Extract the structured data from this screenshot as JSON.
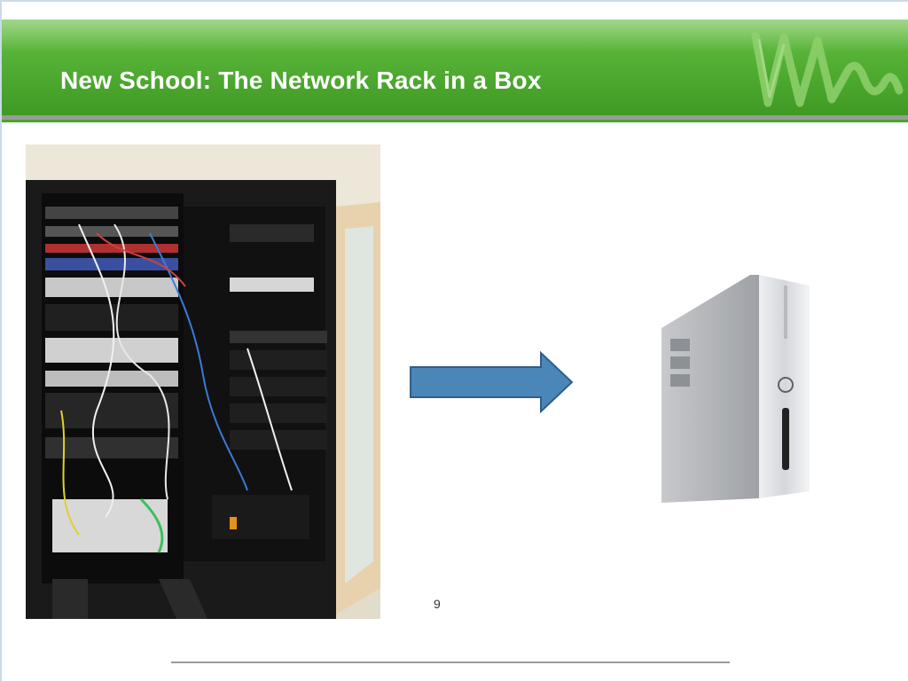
{
  "slide": {
    "title": "New School:  The Network Rack in a Box",
    "page_number": "9"
  },
  "images": {
    "left": "photo-network-rack",
    "right": "photo-desktop-pc"
  },
  "icons": {
    "arrow": "right-arrow-icon",
    "logo": "wave-logo"
  },
  "colors": {
    "header_green": "#55b036",
    "arrow_fill": "#4a86b8",
    "arrow_stroke": "#2f5e8a",
    "rule_grey": "#9a9a9a"
  }
}
